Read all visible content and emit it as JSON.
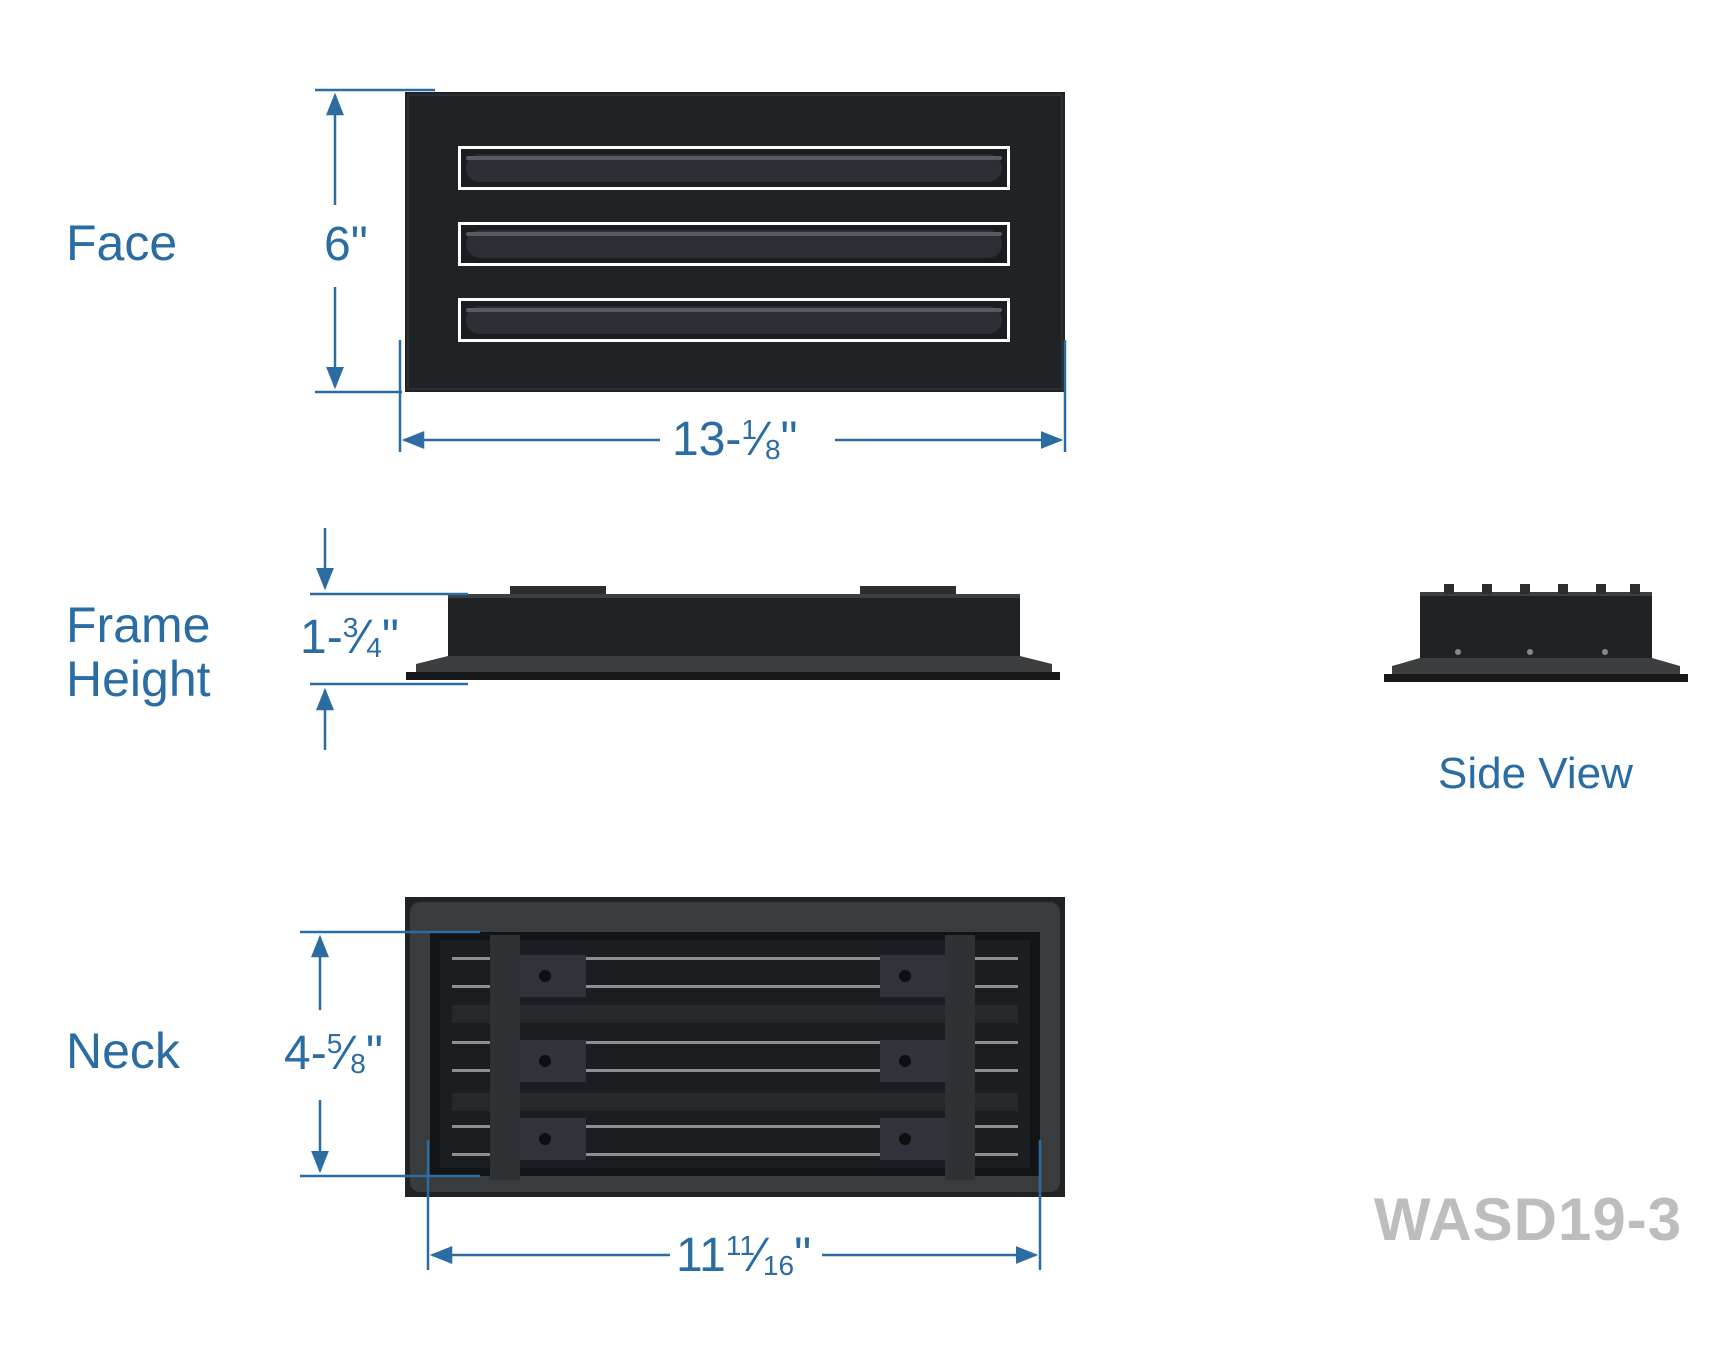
{
  "labels": {
    "face": "Face",
    "frame_height_line1": "Frame",
    "frame_height_line2": "Height",
    "neck": "Neck",
    "side_view": "Side View"
  },
  "dimensions": {
    "face_height": "6\"",
    "face_width": {
      "whole": "13-",
      "num": "1",
      "den": "8",
      "unit": "\""
    },
    "frame_height": {
      "whole": "1-",
      "num": "3",
      "den": "4",
      "unit": "\""
    },
    "neck_height": {
      "whole": "4-",
      "num": "5",
      "den": "8",
      "unit": "\""
    },
    "neck_width": {
      "whole": "11",
      "num": "11",
      "den": "16",
      "unit": "\""
    }
  },
  "model_number": "WASD19-3",
  "colors": {
    "dimension_blue": "#2b6ca3",
    "grille_black": "#1f2326",
    "model_gray": "#bdbdbd",
    "gasket": "#3a3b3d"
  }
}
